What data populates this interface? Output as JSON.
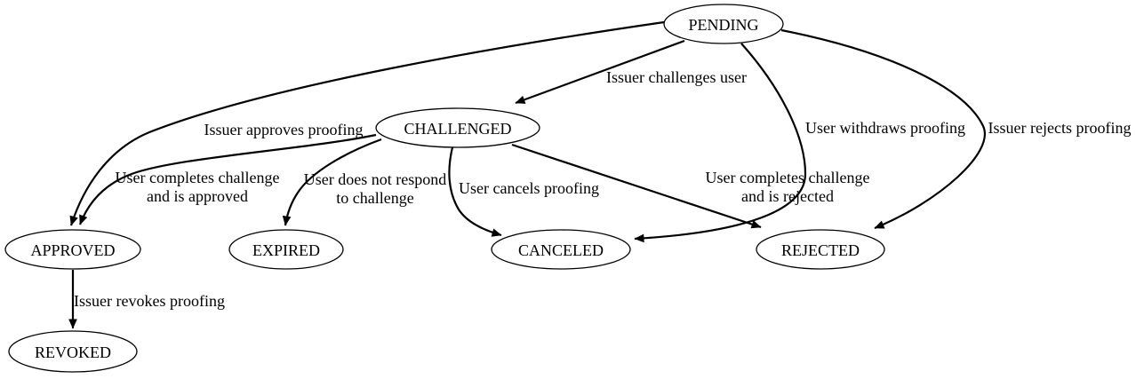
{
  "diagram": {
    "type": "state-transition-graph",
    "colors": {
      "background": "#ffffff",
      "node_fill": "#ffffff",
      "stroke": "#000000",
      "text": "#000000"
    },
    "nodes": [
      {
        "id": "pending",
        "label": "PENDING"
      },
      {
        "id": "challenged",
        "label": "CHALLENGED"
      },
      {
        "id": "approved",
        "label": "APPROVED"
      },
      {
        "id": "expired",
        "label": "EXPIRED"
      },
      {
        "id": "canceled",
        "label": "CANCELED"
      },
      {
        "id": "rejected",
        "label": "REJECTED"
      },
      {
        "id": "revoked",
        "label": "REVOKED"
      }
    ],
    "edges": [
      {
        "from": "PENDING",
        "to": "CHALLENGED",
        "lines": [
          "Issuer challenges user"
        ]
      },
      {
        "from": "PENDING",
        "to": "APPROVED",
        "lines": [
          "Issuer approves proofing"
        ]
      },
      {
        "from": "PENDING",
        "to": "CANCELED",
        "lines": [
          "User withdraws proofing"
        ]
      },
      {
        "from": "PENDING",
        "to": "REJECTED",
        "lines": [
          "Issuer rejects proofing"
        ]
      },
      {
        "from": "CHALLENGED",
        "to": "APPROVED",
        "lines": [
          "User completes challenge",
          "and is approved"
        ]
      },
      {
        "from": "CHALLENGED",
        "to": "EXPIRED",
        "lines": [
          "User does not respond",
          "to challenge"
        ]
      },
      {
        "from": "CHALLENGED",
        "to": "CANCELED",
        "lines": [
          "User cancels proofing"
        ]
      },
      {
        "from": "CHALLENGED",
        "to": "REJECTED",
        "lines": [
          "User completes challenge",
          "and is rejected"
        ]
      },
      {
        "from": "APPROVED",
        "to": "REVOKED",
        "lines": [
          "Issuer revokes proofing"
        ]
      }
    ]
  }
}
